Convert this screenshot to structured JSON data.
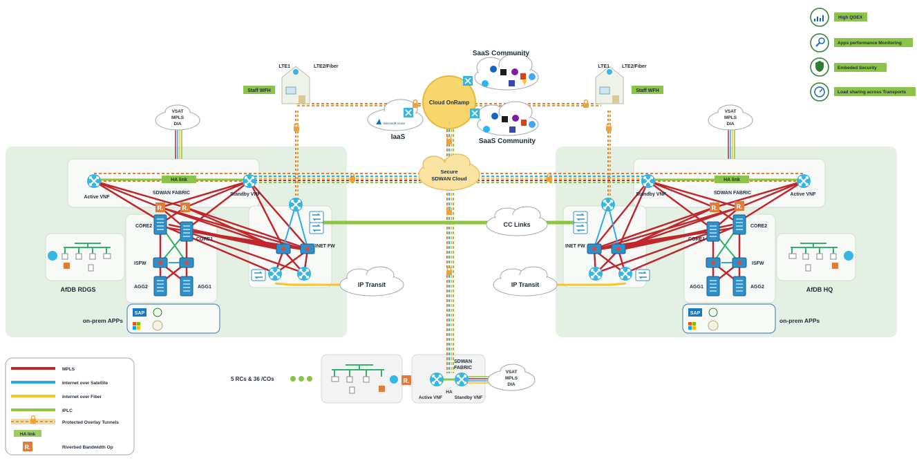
{
  "saas_top": "SaaS Community",
  "saas_bottom": "SaaS Community",
  "cloud_onramp": "Cloud OnRamp",
  "iaas": "IaaS",
  "azure_label": "Microsoft Azure",
  "secure_cloud": [
    "Secure",
    "SDWAN Cloud"
  ],
  "cc_links": "CC  Links",
  "ip_transit": "IP Transit",
  "left_site": {
    "lte1": "LTE1",
    "lte2": "LTE2/Fiber",
    "staff": "Staff WFH",
    "wan": [
      "VSAT",
      "MPLS",
      "DIA"
    ],
    "ha_link": "HA link",
    "fabric": "SDWAN FABRIC",
    "active_vnf": "Active VNF",
    "standby_vnf": "Standby VNF",
    "core2": "CORE2",
    "core1": "CORE1",
    "isfw": "ISFW",
    "agg2": "AGG2",
    "agg1": "AGG1",
    "inet_fw": "INET FW",
    "site_name": "AfDB RDGS",
    "apps": "on-prem APPs"
  },
  "right_site": {
    "lte1": "LTE1",
    "lte2": "LTE2/Fiber",
    "staff": "Staff WFH",
    "wan": [
      "VSAT",
      "MPLS",
      "DIA"
    ],
    "ha_link": "HA link",
    "fabric": "SDWAN FABRIC",
    "active_vnf": "Active VNF",
    "standby_vnf": "Standby VNF",
    "core2": "CORE2",
    "core1": "CORE1",
    "isfw": "ISFW",
    "agg2": "AGG2",
    "agg1": "AGG1",
    "inet_fw": "INET FW",
    "site_name": "AfDB HQ",
    "apps": "on-prem APPs"
  },
  "bottom_site": {
    "rcs": "5 RCs & 36 /COs",
    "fabric": [
      "SDWAN",
      "FABRIC"
    ],
    "active_vnf": "Active VNF",
    "ha": "HA",
    "standby_vnf": "Standby VNF",
    "wan": [
      "VSAT",
      "MPLS",
      "DIA"
    ]
  },
  "benefits": [
    "High QOEX",
    "Apps performance Monitoring",
    "Embeded Security",
    "Load sharing across Transports"
  ],
  "legend": [
    {
      "label": "MPLS",
      "color": "#c0272d"
    },
    {
      "label": "Internet over Satellite",
      "color": "#29abe2"
    },
    {
      "label": "Internet over Fiber",
      "color": "#f7c325"
    },
    {
      "label": "IPLC",
      "color": "#8cc63f"
    },
    {
      "label": "Protected Overlay Tunnels",
      "color": "#e07b39"
    },
    {
      "label": "HA link",
      "color": "#9acd63"
    },
    {
      "label": "Riverbed Bandwidth Op",
      "color": "#e07b39"
    }
  ],
  "riverbed_mark": "R.",
  "sap_text": "SAP",
  "colors": {
    "mpls": "#c0272d",
    "sat": "#29abe2",
    "fiber": "#f7c325",
    "iplc": "#8cc63f",
    "site_bg": "#e4f0e4",
    "router": "#35b6e4",
    "cloud": "#f9d66b",
    "benefit_box": "#8bc34a"
  }
}
